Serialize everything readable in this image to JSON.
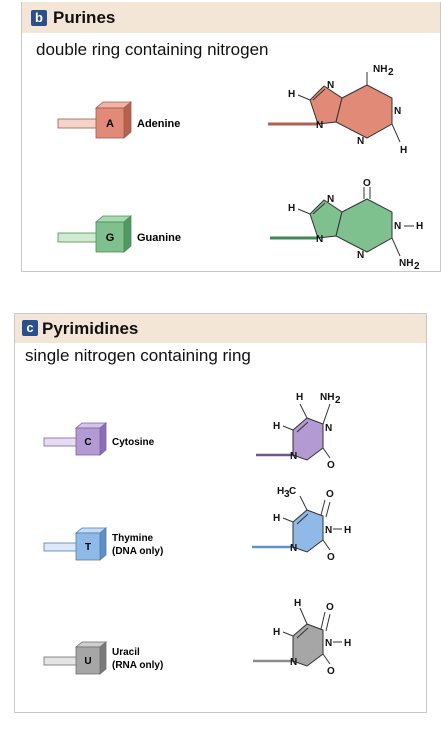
{
  "purines": {
    "badge": "b",
    "title": "Purines",
    "subtitle": "double ring containing nitrogen",
    "bases": [
      {
        "letter": "A",
        "name": "Adenine",
        "color": "#e08a77"
      },
      {
        "letter": "G",
        "name": "Guanine",
        "color": "#7fc08f"
      }
    ]
  },
  "pyrimidines": {
    "badge": "c",
    "title": "Pyrimidines",
    "subtitle": "single nitrogen containing ring",
    "bases": [
      {
        "letter": "C",
        "name": "Cytosine",
        "color": "#b39ad3"
      },
      {
        "letter": "T",
        "name_line1": "Thymine",
        "name_line2": "(DNA only)",
        "color": "#8fb9e6"
      },
      {
        "letter": "U",
        "name_line1": "Uracil",
        "name_line2": "(RNA only)",
        "color": "#a6a6a6"
      }
    ]
  },
  "atoms": {
    "N": "N",
    "H": "H",
    "O": "O",
    "NH2": "NH",
    "two": "2",
    "H3C": "H",
    "three": "3",
    "C": "C"
  }
}
